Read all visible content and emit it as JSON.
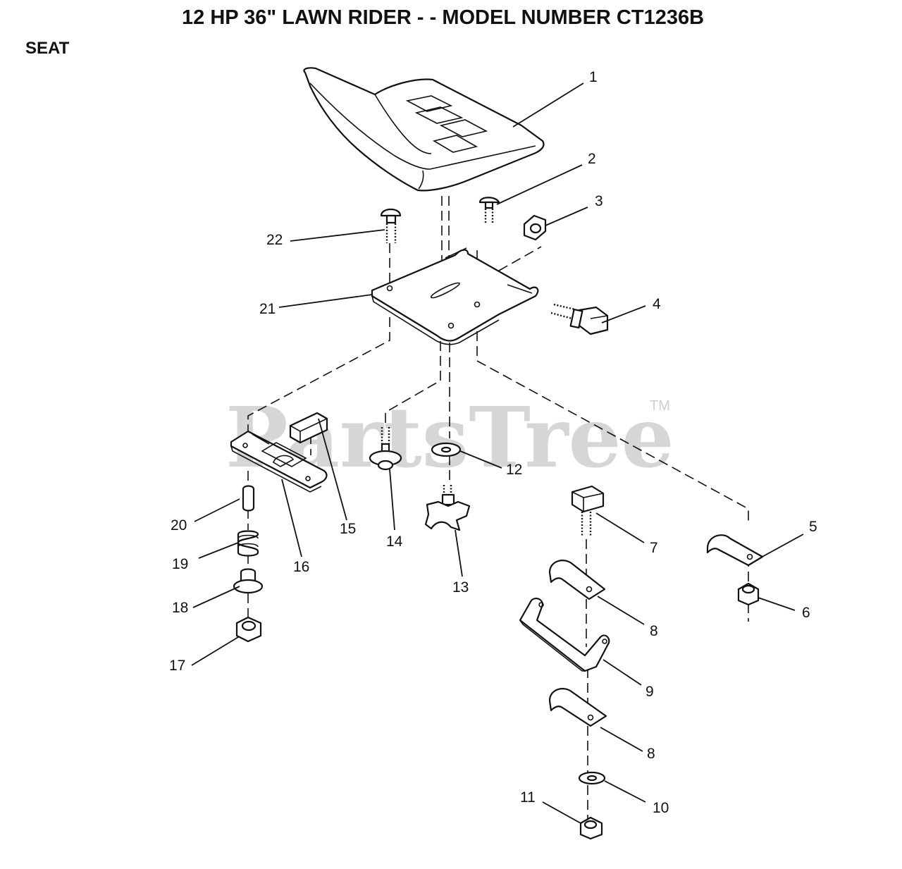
{
  "header": {
    "title": "12 HP 36\" LAWN RIDER - - MODEL NUMBER CT1236B",
    "section": "SEAT"
  },
  "watermark": {
    "text": "PartsTree",
    "trademark": "TM"
  },
  "parts": [
    {
      "id": "seat",
      "label": "1"
    },
    {
      "id": "carriage-bolt-small",
      "label": "2"
    },
    {
      "id": "flange-nut",
      "label": "3"
    },
    {
      "id": "shoulder-bolt",
      "label": "4"
    },
    {
      "id": "clip-bracket",
      "label": "5"
    },
    {
      "id": "lock-nut",
      "label": "6"
    },
    {
      "id": "hex-bolt",
      "label": "7"
    },
    {
      "id": "clamp-upper",
      "label": "8"
    },
    {
      "id": "pivot-bracket",
      "label": "9"
    },
    {
      "id": "flat-washer-lower",
      "label": "10"
    },
    {
      "id": "hex-nut",
      "label": "11"
    },
    {
      "id": "flat-washer",
      "label": "12"
    },
    {
      "id": "adjustment-knob",
      "label": "13"
    },
    {
      "id": "shoulder-screw",
      "label": "14"
    },
    {
      "id": "bumper-pad",
      "label": "15"
    },
    {
      "id": "slide-plate",
      "label": "16"
    },
    {
      "id": "flange-nut-lower",
      "label": "17"
    },
    {
      "id": "spacer-nut",
      "label": "18"
    },
    {
      "id": "spring",
      "label": "19"
    },
    {
      "id": "pin",
      "label": "20"
    },
    {
      "id": "seat-pan",
      "label": "21"
    },
    {
      "id": "carriage-bolt",
      "label": "22"
    },
    {
      "id": "clamp-lower",
      "label": "8"
    }
  ]
}
